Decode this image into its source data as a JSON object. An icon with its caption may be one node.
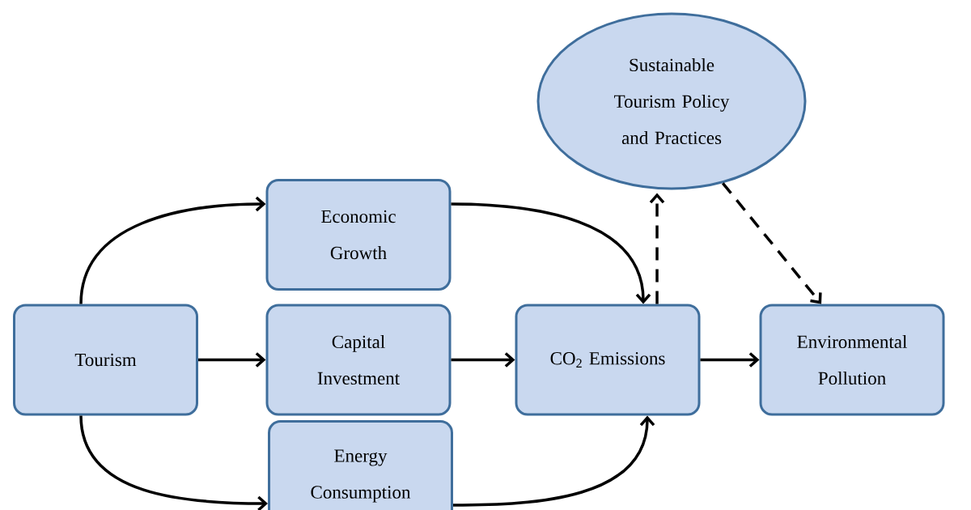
{
  "diagram": {
    "nodes": [
      {
        "text": [
          "Tourism"
        ]
      },
      {
        "text": [
          "Economic Growth"
        ]
      },
      {
        "text": [
          "Capital Investment"
        ]
      },
      {
        "text": [
          "Energy Consumption"
        ]
      },
      {
        "text": [
          "CO$_{2}$ Emissions"
        ]
      },
      {
        "text": [
          "Environmental Pollution"
        ]
      },
      {
        "text": [
          "Sustainable Tourism Policy and Practices"
        ]
      }
    ],
    "edges": [
      {
        "from": 0,
        "to": 1,
        "arrow": "to"
      },
      {
        "from": 0,
        "to": 2,
        "arrow": "to"
      },
      {
        "from": 0,
        "to": 3,
        "arrow": "to"
      },
      {
        "from": 1,
        "to": 4,
        "arrow": "to"
      },
      {
        "from": 2,
        "to": 4,
        "arrow": "to"
      },
      {
        "from": 3,
        "to": 4,
        "arrow": "to"
      },
      {
        "from": 4,
        "to": 5,
        "arrow": "to"
      },
      {
        "from": 4,
        "to": 6,
        "arrow": "to",
        "style": "dashed"
      },
      {
        "from": 6,
        "to": 5,
        "arrow": "to",
        "style": "dashed"
      }
    ]
  }
}
